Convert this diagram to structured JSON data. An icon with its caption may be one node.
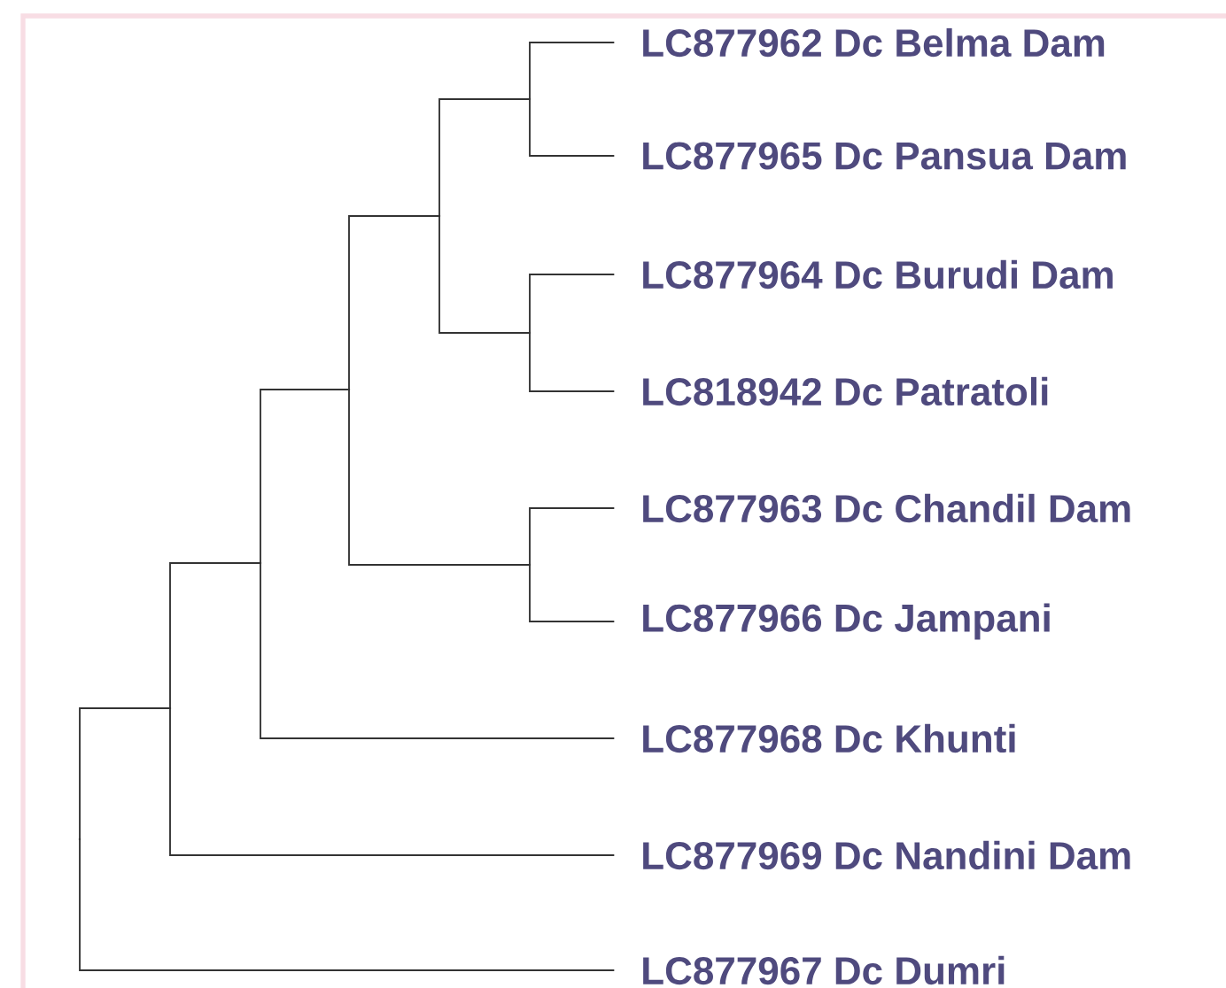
{
  "diagram": {
    "nodes": [
      {
        "text": [
          "LC877962 Dc Belma Dam"
        ]
      },
      {
        "text": [
          "LC877965 Dc Pansua Dam"
        ]
      },
      {
        "text": [
          "LC877964 Dc Burudi Dam"
        ]
      },
      {
        "text": [
          "LC818942 Dc Patratoli"
        ]
      },
      {
        "text": [
          "LC877963 Dc Chandil Dam"
        ]
      },
      {
        "text": [
          "LC877966 Dc Jampani"
        ]
      },
      {
        "text": [
          "LC877968 Dc Khunti"
        ]
      },
      {
        "text": [
          "LC877969 Dc Nandini Dam"
        ]
      },
      {
        "text": [
          "LC877967 Dc Dumri"
        ]
      },
      {
        "text": [],
        "shape": "point"
      },
      {
        "text": [],
        "shape": "point"
      },
      {
        "text": [],
        "shape": "point"
      },
      {
        "text": [],
        "shape": "point"
      },
      {
        "text": [],
        "shape": "point"
      },
      {
        "text": [],
        "shape": "point"
      },
      {
        "text": [],
        "shape": "point"
      },
      {
        "text": [],
        "shape": "point"
      }
    ],
    "edges": [
      {
        "from": 9,
        "to": 0,
        "arrow": "none"
      },
      {
        "from": 9,
        "to": 1,
        "arrow": "none"
      },
      {
        "from": 10,
        "to": 2,
        "arrow": "none"
      },
      {
        "from": 10,
        "to": 3,
        "arrow": "none"
      },
      {
        "from": 11,
        "to": 9,
        "arrow": "none"
      },
      {
        "from": 11,
        "to": 10,
        "arrow": "none"
      },
      {
        "from": 12,
        "to": 4,
        "arrow": "none"
      },
      {
        "from": 12,
        "to": 5,
        "arrow": "none"
      },
      {
        "from": 13,
        "to": 11,
        "arrow": "none"
      },
      {
        "from": 13,
        "to": 12,
        "arrow": "none"
      },
      {
        "from": 14,
        "to": 13,
        "arrow": "none"
      },
      {
        "from": 14,
        "to": 6,
        "arrow": "none"
      },
      {
        "from": 15,
        "to": 14,
        "arrow": "none"
      },
      {
        "from": 15,
        "to": 7,
        "arrow": "none"
      },
      {
        "from": 16,
        "to": 15,
        "arrow": "none"
      },
      {
        "from": 16,
        "to": 8,
        "arrow": "none"
      }
    ]
  }
}
